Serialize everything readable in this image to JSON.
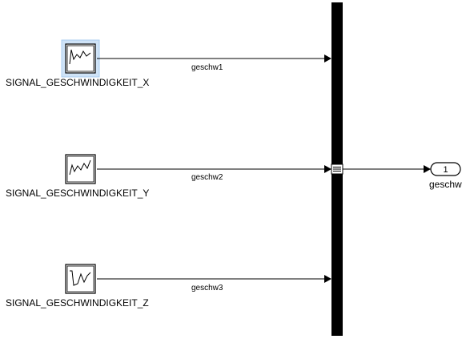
{
  "diagram": {
    "sources": [
      {
        "name": "SIGNAL_GESCHWINDIGKEIT_X",
        "signal": "geschw1",
        "selected": true
      },
      {
        "name": "SIGNAL_GESCHWINDIGKEIT_Y",
        "signal": "geschw2",
        "selected": false
      },
      {
        "name": "SIGNAL_GESCHWINDIGKEIT_Z",
        "signal": "geschw3",
        "selected": false
      }
    ],
    "output": {
      "port_number": "1",
      "name": "geschw"
    },
    "colors": {
      "background": "#ffffff",
      "line": "#000000",
      "selection": "#a9cdf0",
      "bus": "#000000"
    }
  }
}
